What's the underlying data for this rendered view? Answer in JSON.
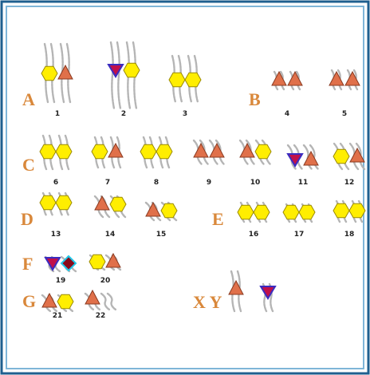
{
  "colors": {
    "frame_outer": "#1f5f8f",
    "frame_inner": "#7fb6d8",
    "letter": "#d9883b",
    "hexagon_fill": "#ffee00",
    "hexagon_stroke": "#9a8a00",
    "triangle_up_fill": "#e0704a",
    "triangle_up_stroke": "#8a3a20",
    "triangle_down_fill": "#c0104a",
    "triangle_down_stroke": "#3a2cc0",
    "diamond_fill": "#8a0a1a",
    "diamond_stroke": "#22c8e8",
    "chromatid": "#b5b5b5"
  },
  "groups": [
    {
      "letter": "A"
    },
    {
      "letter": "B"
    },
    {
      "letter": "C"
    },
    {
      "letter": "D"
    },
    {
      "letter": "E"
    },
    {
      "letter": "F"
    },
    {
      "letter": "G"
    },
    {
      "letter": "X Y"
    }
  ],
  "pairs": [
    {
      "num": "1",
      "markers": [
        "hexagon",
        "triangle-up"
      ]
    },
    {
      "num": "2",
      "markers": [
        "triangle-down",
        "hexagon"
      ]
    },
    {
      "num": "3",
      "markers": [
        "hexagon",
        "hexagon"
      ]
    },
    {
      "num": "4",
      "markers": [
        "triangle-up",
        "triangle-up"
      ]
    },
    {
      "num": "5",
      "markers": [
        "triangle-up",
        "triangle-up"
      ]
    },
    {
      "num": "6",
      "markers": [
        "hexagon",
        "hexagon"
      ]
    },
    {
      "num": "7",
      "markers": [
        "hexagon",
        "triangle-up"
      ]
    },
    {
      "num": "8",
      "markers": [
        "hexagon",
        "hexagon"
      ]
    },
    {
      "num": "9",
      "markers": [
        "triangle-up",
        "triangle-up"
      ]
    },
    {
      "num": "10",
      "markers": [
        "triangle-up",
        "hexagon"
      ]
    },
    {
      "num": "11",
      "markers": [
        "triangle-down",
        "triangle-up"
      ]
    },
    {
      "num": "12",
      "markers": [
        "hexagon",
        "triangle-up"
      ]
    },
    {
      "num": "13",
      "markers": [
        "hexagon",
        "hexagon"
      ]
    },
    {
      "num": "14",
      "markers": [
        "triangle-up",
        "hexagon"
      ]
    },
    {
      "num": "15",
      "markers": [
        "triangle-up",
        "hexagon"
      ]
    },
    {
      "num": "16",
      "markers": [
        "hexagon",
        "hexagon"
      ]
    },
    {
      "num": "17",
      "markers": [
        "hexagon",
        "hexagon"
      ]
    },
    {
      "num": "18",
      "markers": [
        "hexagon",
        "hexagon"
      ]
    },
    {
      "num": "19",
      "markers": [
        "triangle-down",
        "diamond"
      ]
    },
    {
      "num": "20",
      "markers": [
        "hexagon",
        "triangle-up"
      ]
    },
    {
      "num": "21",
      "markers": [
        "triangle-up",
        "hexagon"
      ]
    },
    {
      "num": "22",
      "markers": [
        "triangle-up",
        "none"
      ]
    },
    {
      "num": "",
      "markers": [
        "triangle-up"
      ]
    },
    {
      "num": "",
      "markers": [
        "triangle-down"
      ]
    }
  ]
}
